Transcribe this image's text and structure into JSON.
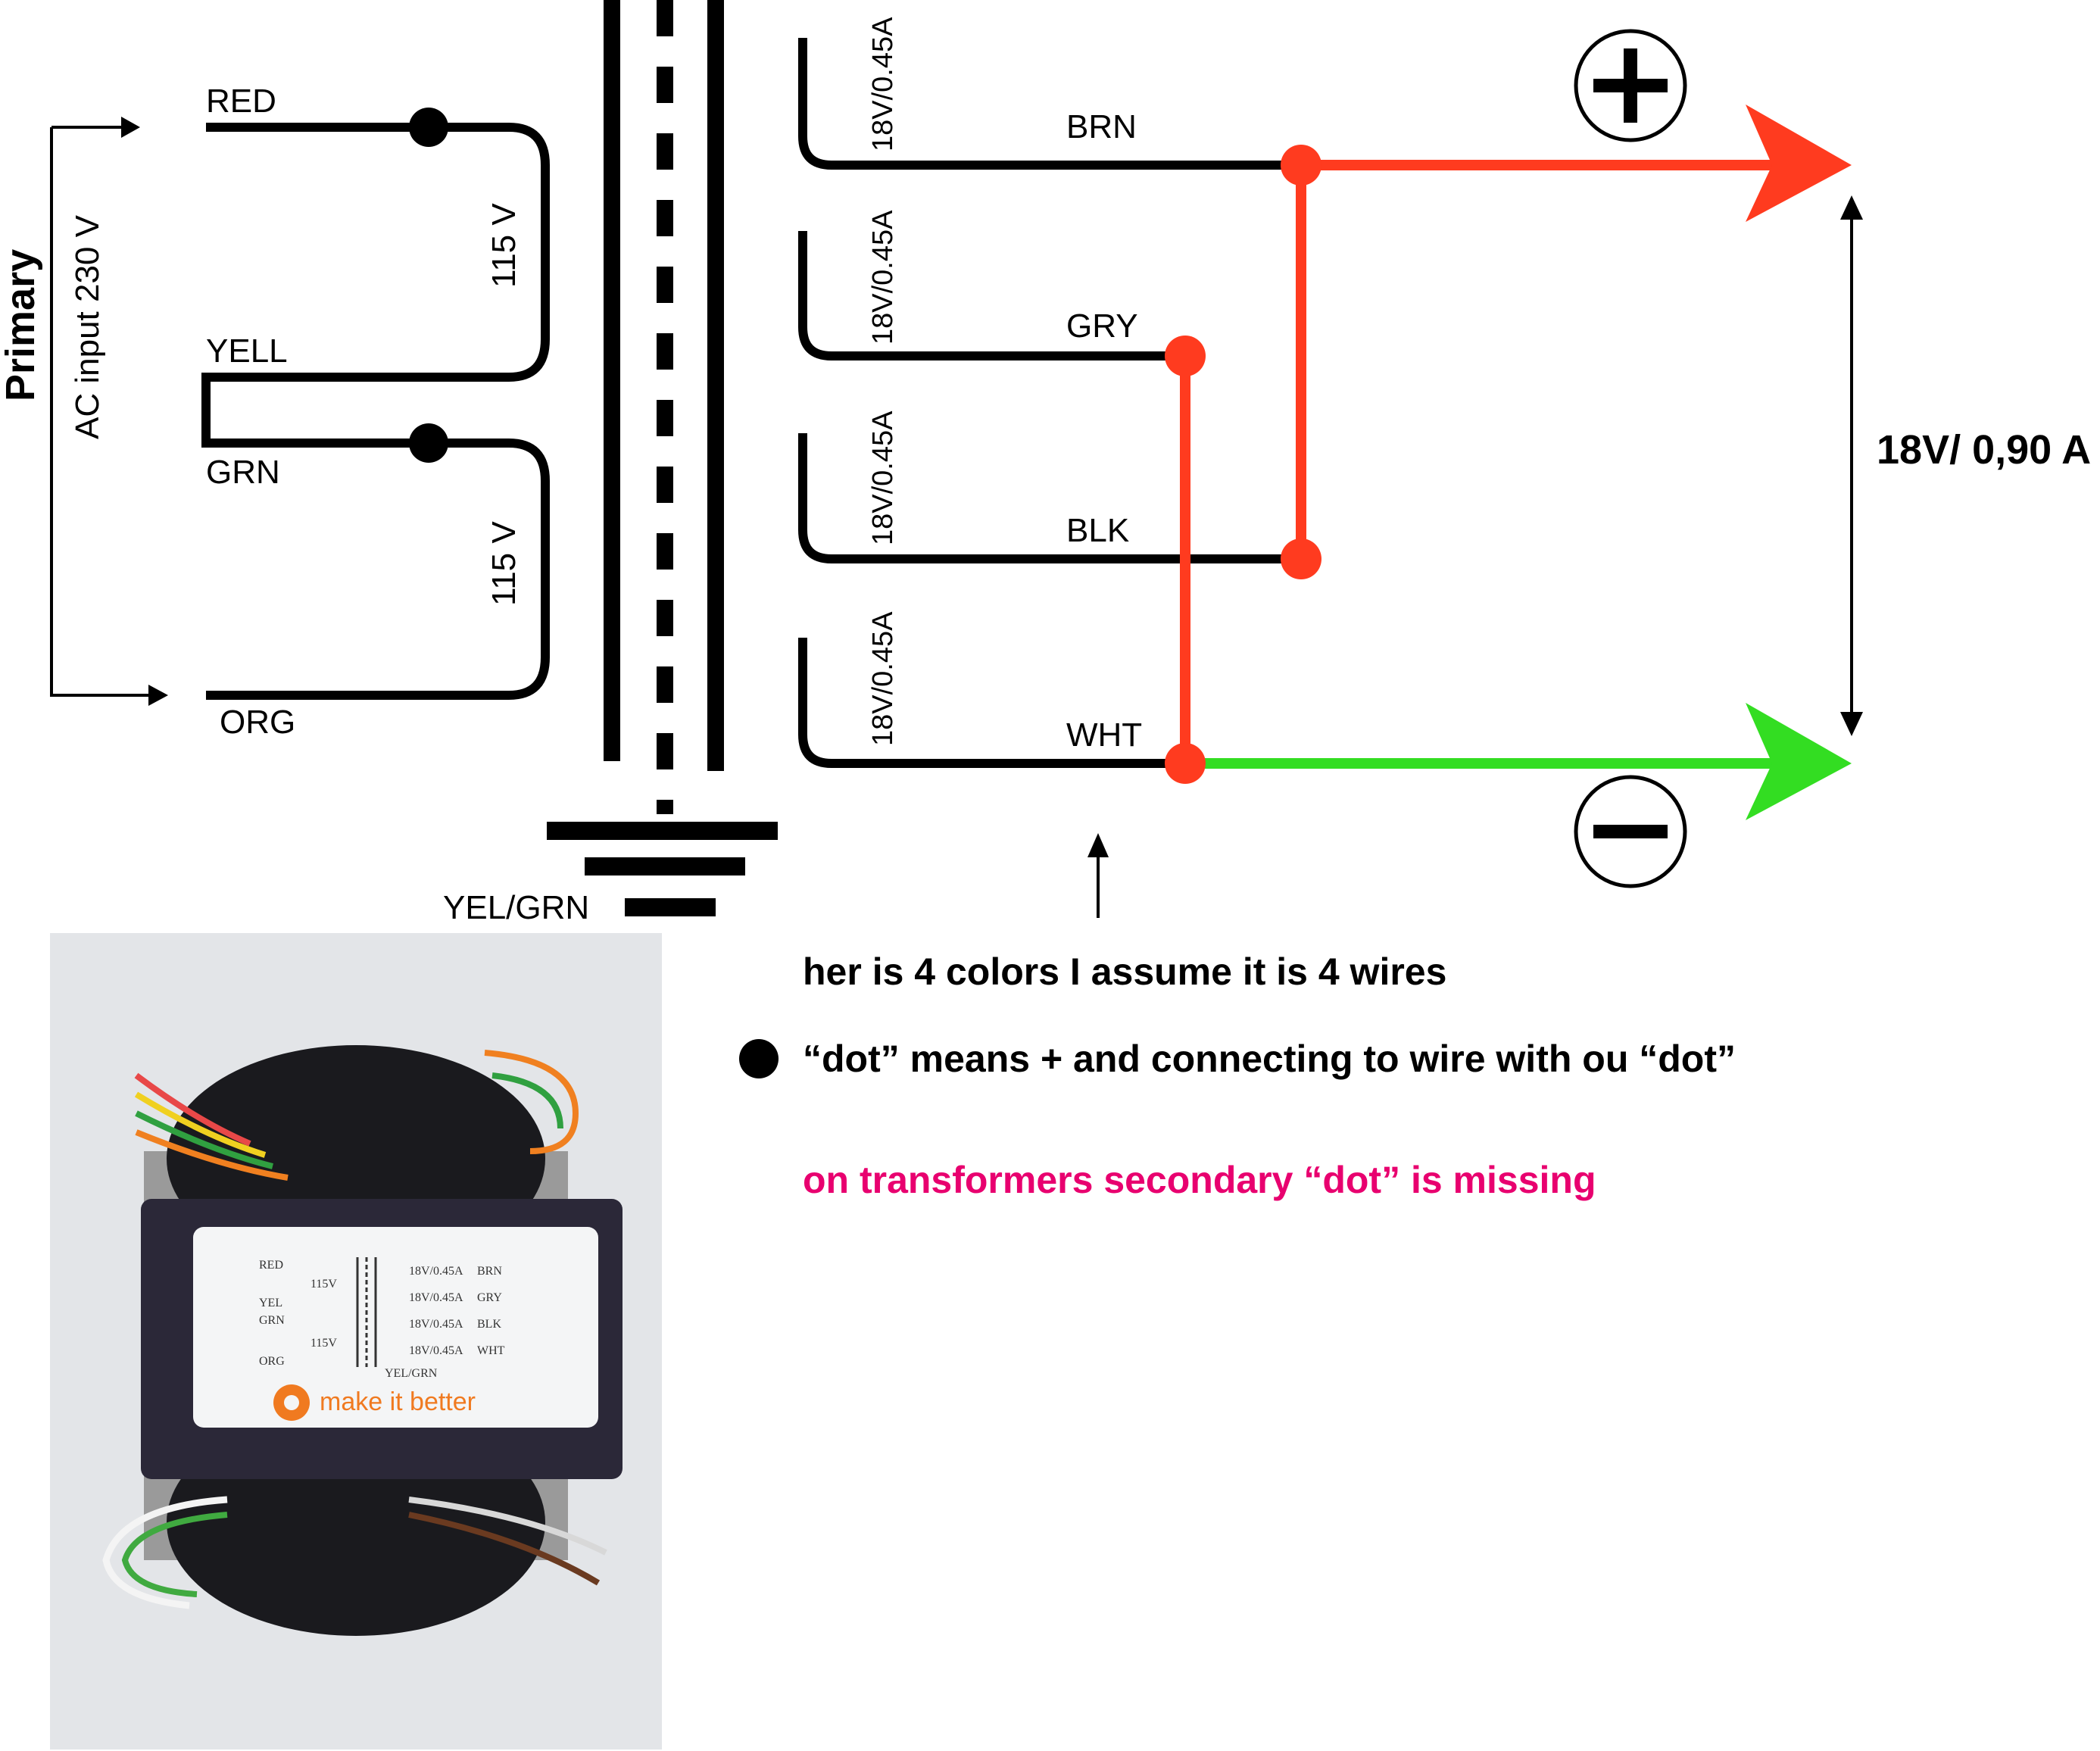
{
  "primary": {
    "title": "Primary",
    "subtitle": "AC input 230 V",
    "wires": [
      "RED",
      "YELL",
      "GRN",
      "ORG"
    ],
    "winding_voltages": [
      "115 V",
      "115 V"
    ]
  },
  "ground_label": "YEL/GRN",
  "secondary": {
    "windings": [
      {
        "rating": "18V/0.45A",
        "wire": "BRN"
      },
      {
        "rating": "18V/0.45A",
        "wire": "GRY"
      },
      {
        "rating": "18V/0.45A",
        "wire": "BLK"
      },
      {
        "rating": "18V/0.45A",
        "wire": "WHT"
      }
    ],
    "output_label": "18V/ 0,90 A",
    "plus_symbol": "+",
    "minus_symbol": "−"
  },
  "notes": {
    "note1": "her is 4 colors I assume it is 4 wires",
    "note2": "“dot” means + and connecting to wire with ou “dot”",
    "note3": "on transformers secondary “dot” is missing"
  },
  "photo": {
    "label_primary": [
      "RED",
      "YEL",
      "GRN",
      "ORG"
    ],
    "label_voltages": [
      "115V",
      "115V"
    ],
    "label_secondary_ratings": [
      "18V/0.45A",
      "18V/0.45A",
      "18V/0.45A",
      "18V/0.45A"
    ],
    "label_secondary_wires": [
      "BRN",
      "GRY",
      "BLK",
      "WHT"
    ],
    "label_ground": "YEL/GRN",
    "brand_text": "make it better"
  },
  "colors": {
    "red_wire": "#ff3b1f",
    "green_wire": "#33dd22",
    "note3": "#e8006f",
    "black": "#000000"
  }
}
